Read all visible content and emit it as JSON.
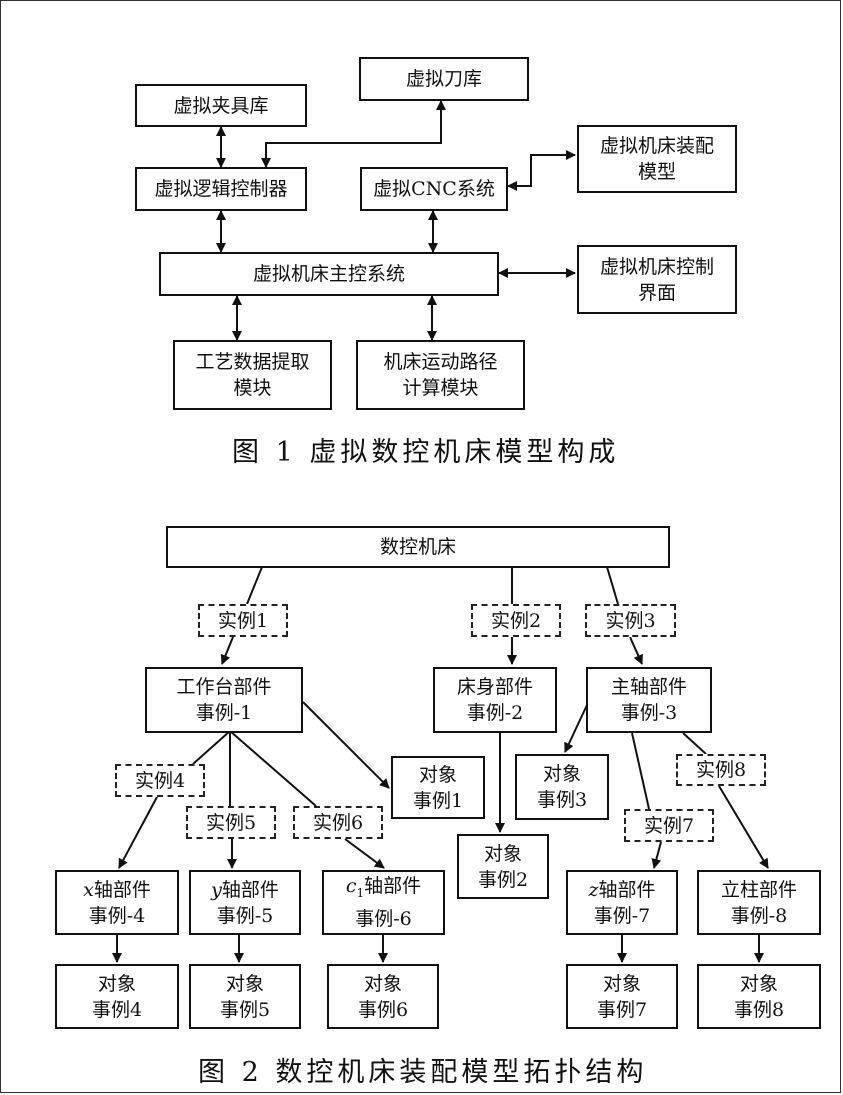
{
  "figure1": {
    "caption": "图 1   虚拟数控机床模型构成",
    "nodes": {
      "fixture_lib": "虚拟夹具库",
      "tool_lib": "虚拟刀库",
      "logic_ctrl": "虚拟逻辑控制器",
      "cnc": "虚拟CNC系统",
      "assembly_model_1": "虚拟机床装配",
      "assembly_model_2": "模型",
      "main_ctrl": "虚拟机床主控系统",
      "ctrl_ui_1": "虚拟机床控制",
      "ctrl_ui_2": "界面",
      "process_1": "工艺数据提取",
      "process_2": "模块",
      "path_1": "机床运动路径",
      "path_2": "计算模块"
    }
  },
  "figure2": {
    "caption": "图 2   数控机床装配模型拓扑结构",
    "root": "数控机床",
    "instances": {
      "i1": "实例1",
      "i2": "实例2",
      "i3": "实例3",
      "i4": "实例4",
      "i5": "实例5",
      "i6": "实例6",
      "i7": "实例7",
      "i8": "实例8"
    },
    "components": {
      "worktable_1": "工作台部件",
      "worktable_2": "事例-1",
      "bed_1": "床身部件",
      "bed_2": "事例-2",
      "spindle_1": "主轴部件",
      "spindle_2": "事例-3",
      "x_var": "x",
      "x_1": "轴部件",
      "x_2": "事例-4",
      "y_var": "y",
      "y_1": "轴部件",
      "y_2": "事例-5",
      "c_var": "c",
      "c_sub": "1",
      "c_1": "轴部件",
      "c_2": "事例-6",
      "z_var": "z",
      "z_1": "轴部件",
      "z_2": "事例-7",
      "column_1": "立柱部件",
      "column_2": "事例-8"
    },
    "objects": {
      "label": "对象",
      "o1": "事例1",
      "o2": "事例2",
      "o3": "事例3",
      "o4": "事例4",
      "o5": "事例5",
      "o6": "事例6",
      "o7": "事例7",
      "o8": "事例8"
    }
  }
}
